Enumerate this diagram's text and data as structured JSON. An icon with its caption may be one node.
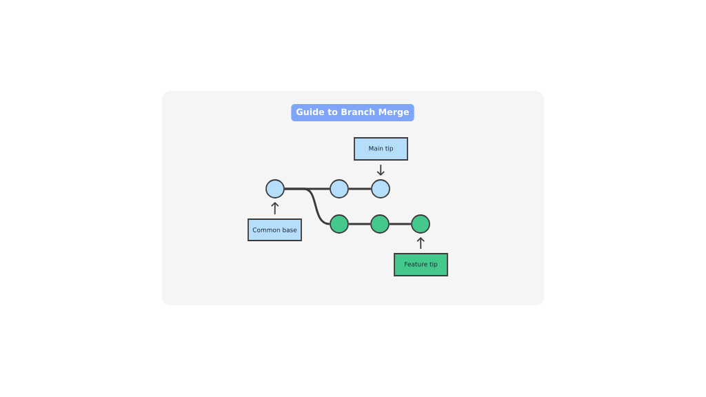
{
  "diagram": {
    "title": "Guide to Branch Merge",
    "nodes": [
      {
        "text": [
          "Main tip"
        ]
      },
      {
        "text": [],
        "shape": "circle"
      },
      {
        "text": [],
        "shape": "circle"
      },
      {
        "text": [],
        "shape": "circle"
      },
      {
        "text": [
          "Common base"
        ]
      },
      {
        "text": [],
        "shape": "circle"
      },
      {
        "text": [],
        "shape": "circle"
      },
      {
        "text": [],
        "shape": "circle"
      },
      {
        "text": [
          "Feature tip"
        ]
      }
    ],
    "edges": [
      {
        "from": 0,
        "to": 3,
        "arrow": "to"
      },
      {
        "from": 1,
        "to": 2,
        "arrow": "none"
      },
      {
        "from": 2,
        "to": 3,
        "arrow": "none"
      },
      {
        "from": 1,
        "to": 5,
        "arrow": "none"
      },
      {
        "from": 5,
        "to": 6,
        "arrow": "none"
      },
      {
        "from": 6,
        "to": 7,
        "arrow": "none"
      },
      {
        "from": 4,
        "to": 1,
        "arrow": "to"
      },
      {
        "from": 8,
        "to": 7,
        "arrow": "to"
      }
    ]
  }
}
